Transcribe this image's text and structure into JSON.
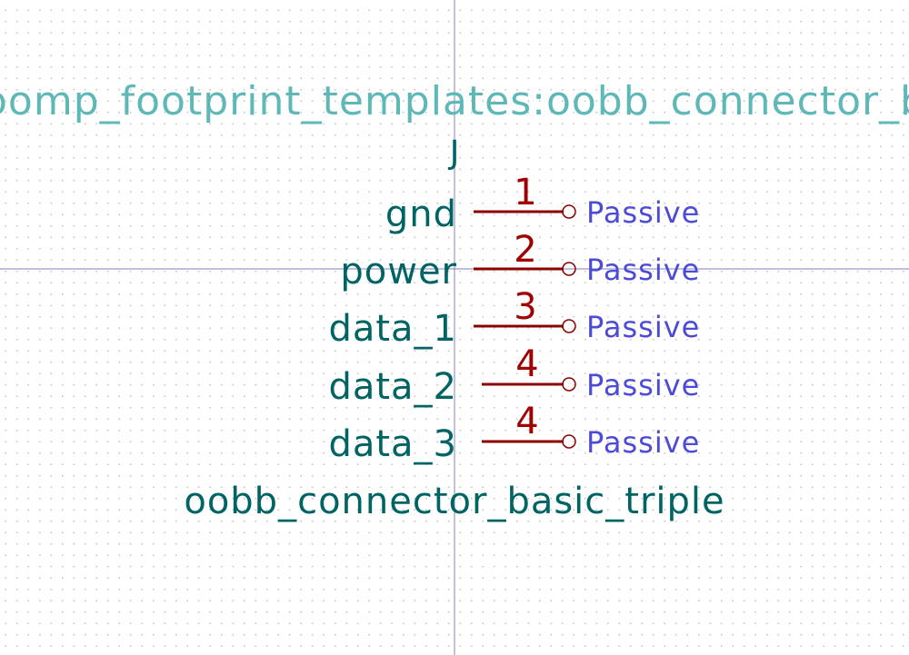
{
  "symbol": {
    "footprint": "oomp_footprint_templates:oobb_connector_b",
    "reference": "J",
    "value": "oobb_connector_basic_triple"
  },
  "pins": [
    {
      "name": "gnd",
      "number": "1",
      "type": "Passive"
    },
    {
      "name": "power",
      "number": "2",
      "type": "Passive"
    },
    {
      "name": "data_1",
      "number": "3",
      "type": "Passive"
    },
    {
      "name": "data_2",
      "number": "4",
      "type": "Passive"
    },
    {
      "name": "data_3",
      "number": "4",
      "type": "Passive"
    }
  ],
  "colors": {
    "footprint": "#5fb8b8",
    "field": "#006464",
    "pin_line": "#8b0000",
    "pin_number": "#a00000",
    "pin_type": "#4b4bd8",
    "axis": "#8080c0"
  }
}
